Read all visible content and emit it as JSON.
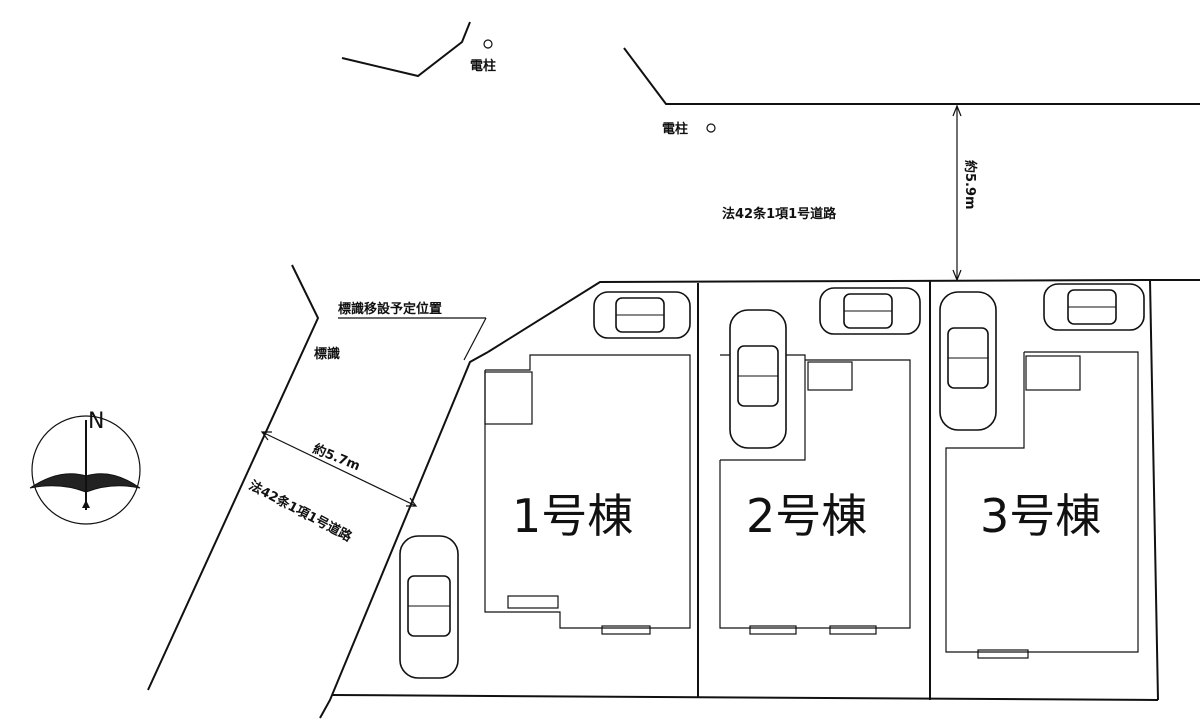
{
  "labels": {
    "pole_top": "電柱",
    "pole_right": "電柱",
    "road_top": "法42条1項1号道路",
    "road_top_width": "約5.9m",
    "road_left": "法42条1項1号道路",
    "road_left_width": "約5.7m",
    "sign_relocation": "標識移設予定位置",
    "sign": "標識",
    "north": "N"
  },
  "buildings": [
    {
      "name": "1号棟"
    },
    {
      "name": "2号棟"
    },
    {
      "name": "3号棟"
    }
  ]
}
